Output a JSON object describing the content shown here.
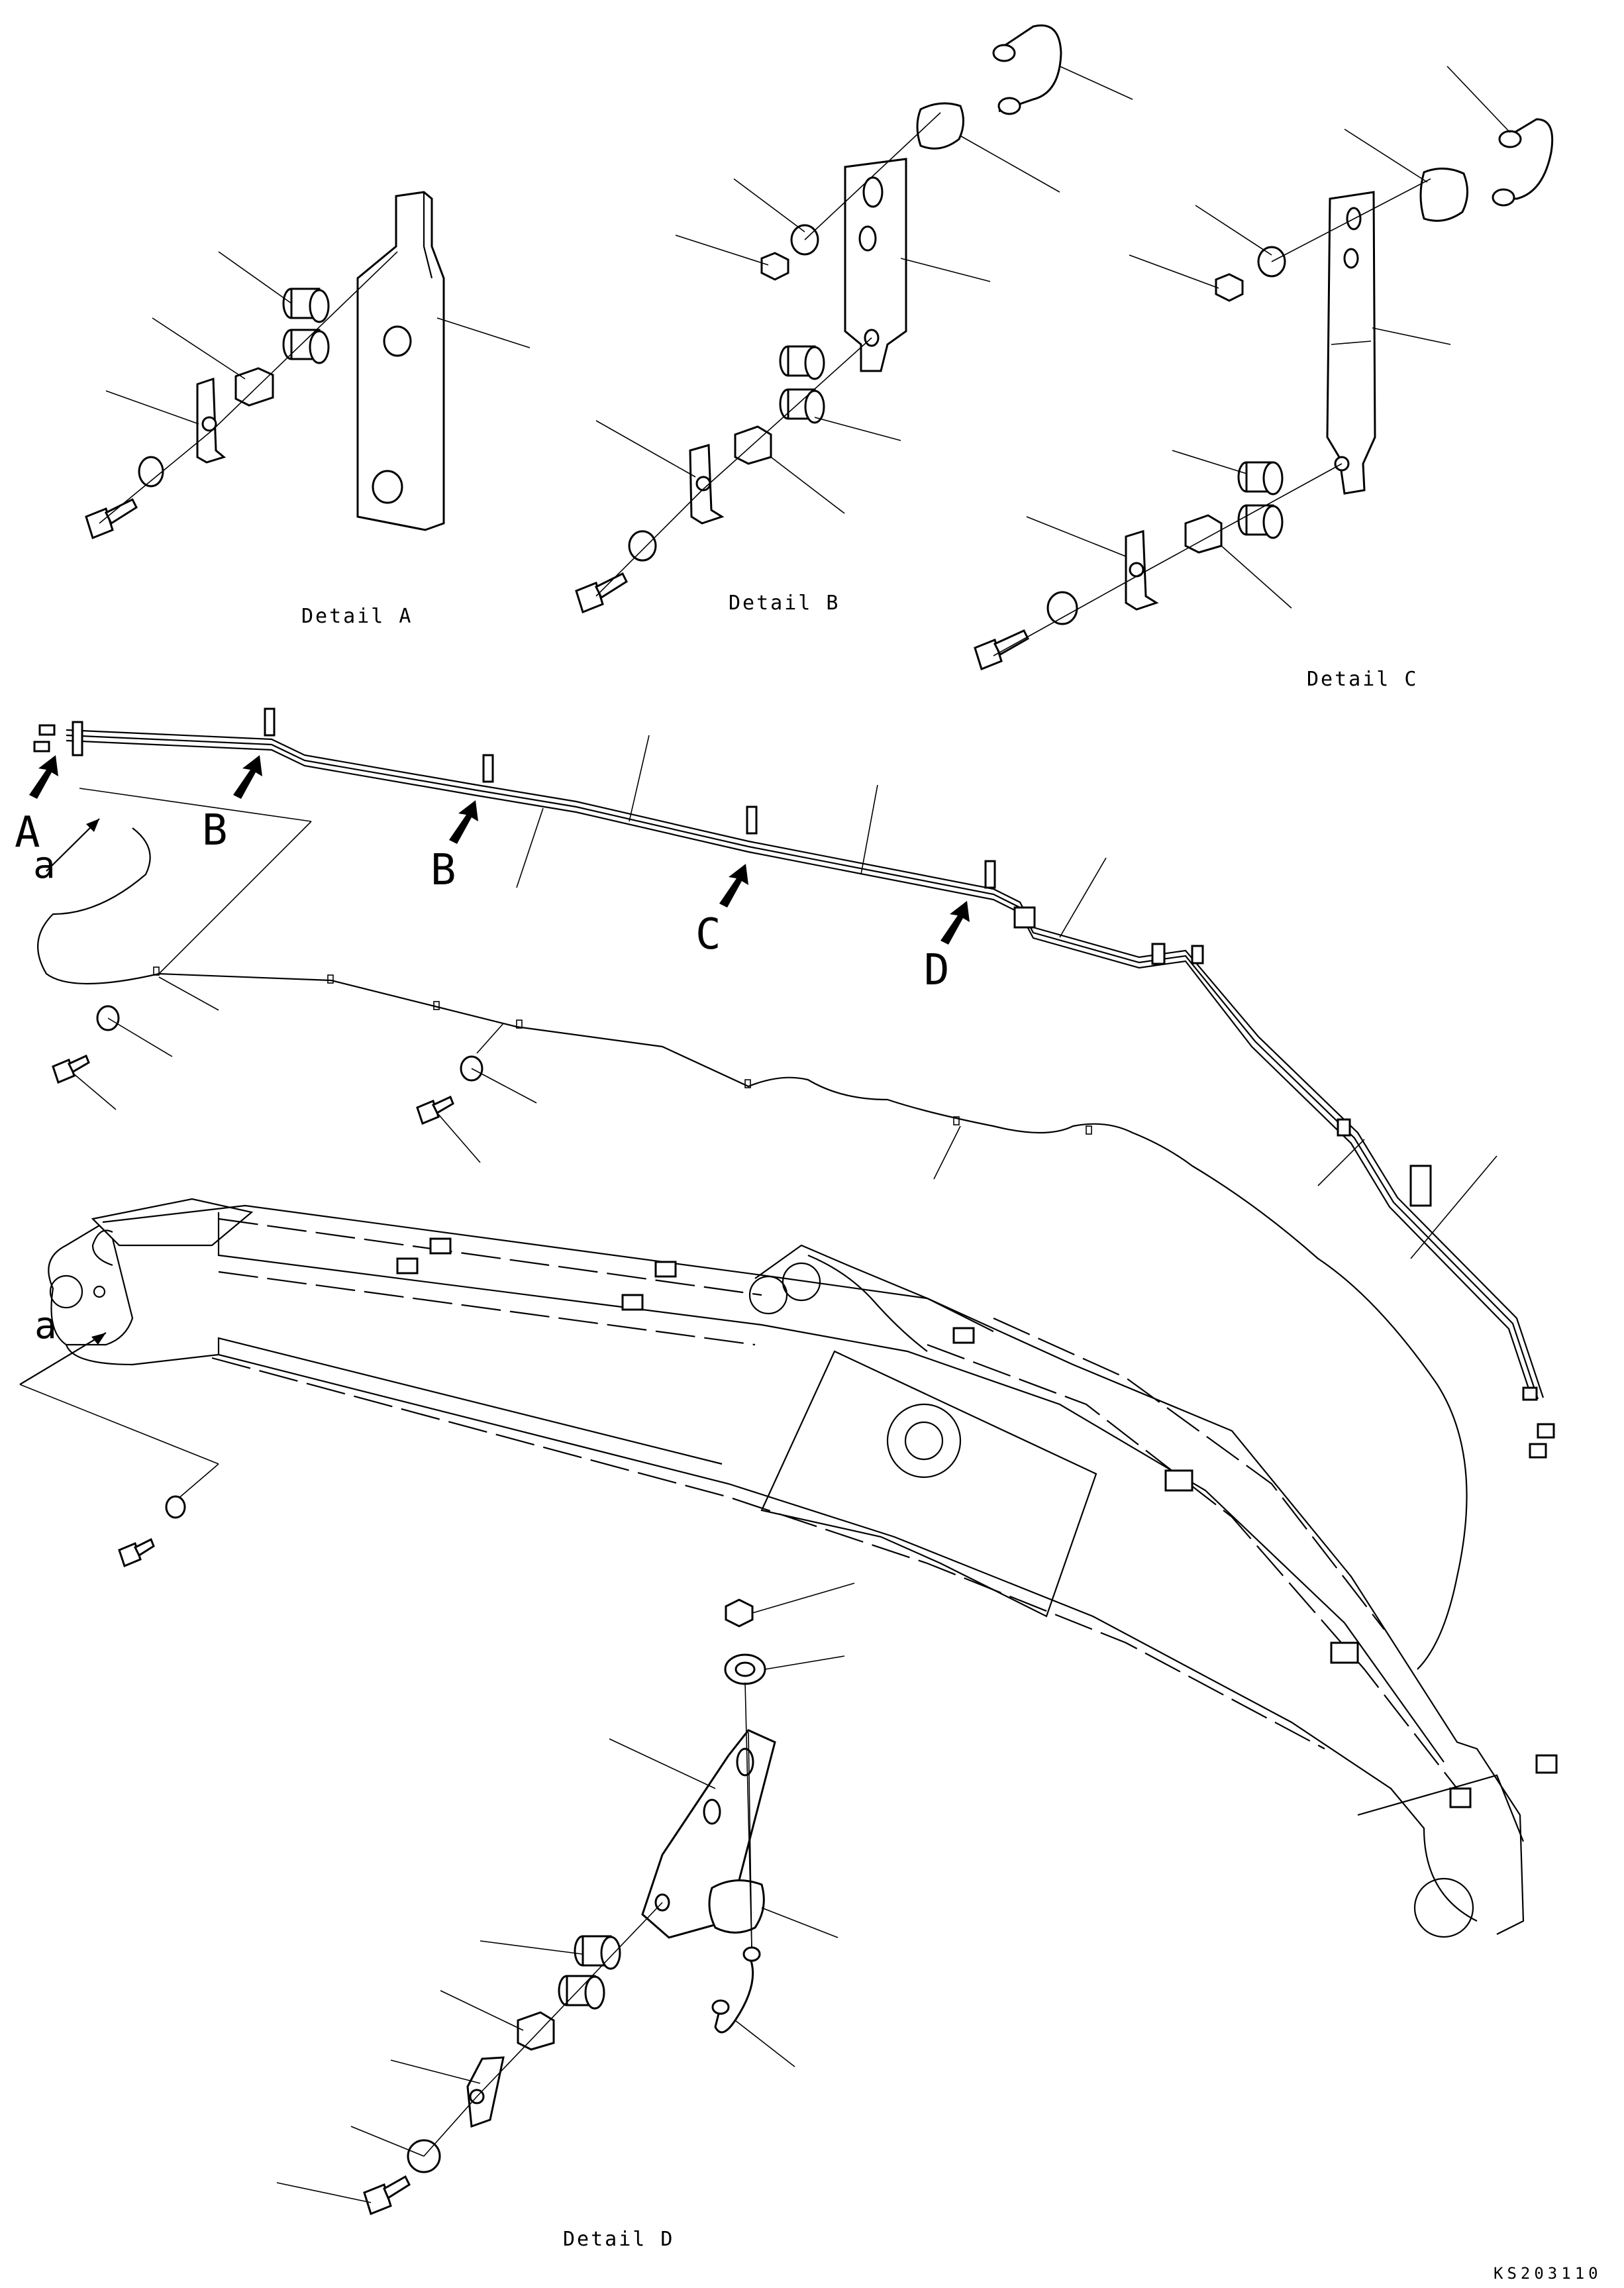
{
  "details": {
    "a": {
      "label": "Detail A"
    },
    "b": {
      "label": "Detail B"
    },
    "c": {
      "label": "Detail C"
    },
    "d": {
      "label": "Detail D"
    }
  },
  "view_markers": {
    "a_upper": "A",
    "b_first": "B",
    "b_second": "B",
    "c": "C",
    "d": "D",
    "a_hose": "a",
    "a_boom": "a"
  },
  "drawing_code": "KS203110"
}
